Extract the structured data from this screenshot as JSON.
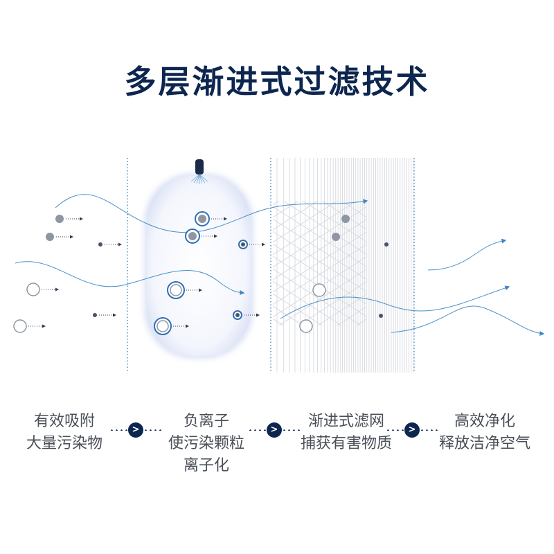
{
  "title": "多层渐进式过滤技术",
  "colors": {
    "title": "#0d2650",
    "flow_line": "#4a90c8",
    "particle_large": "#8e95a3",
    "ion_ring": "#2f6fb3",
    "pod_glow": "#dde3f6",
    "connector": "#0d2650"
  },
  "steps": [
    {
      "lines": [
        "有效吸附",
        "大量污染物"
      ]
    },
    {
      "lines": [
        "负离子",
        "使污染颗粒",
        "离子化"
      ]
    },
    {
      "lines": [
        "渐进式滤网",
        "捕获有害物质"
      ]
    },
    {
      "lines": [
        "高效净化",
        "释放洁净空气"
      ]
    }
  ],
  "connector_icon": "chevron-right-icon",
  "connector_glyph": ">"
}
